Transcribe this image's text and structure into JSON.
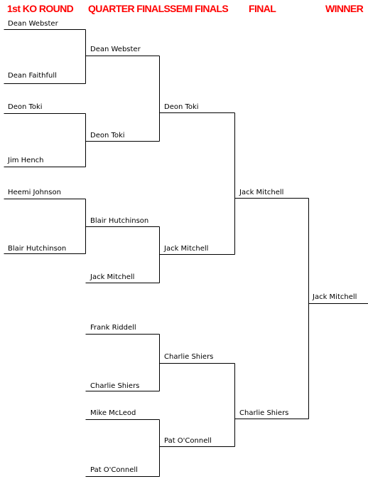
{
  "headers": {
    "round1": "1st KO ROUND",
    "quarter": "QUARTER FINALS",
    "semi": "SEMI FINALS",
    "final": "FINAL",
    "winner": "WINNER"
  },
  "round1": [
    "Dean Webster",
    "Dean Faithfull",
    "Deon Toki",
    "Jim Hench",
    "Heemi Johnson",
    "Blair Hutchinson"
  ],
  "quarter": [
    "Dean Webster",
    "Deon Toki",
    "Blair Hutchinson",
    "Jack Mitchell",
    "Frank Riddell",
    "Charlie Shiers",
    "Mike McLeod",
    "Pat O'Connell"
  ],
  "semi": [
    "Deon Toki",
    "Jack Mitchell",
    "Charlie Shiers",
    "Pat O'Connell"
  ],
  "final": [
    "Jack Mitchell",
    "Charlie Shiers"
  ],
  "winner": "Jack Mitchell",
  "colors": {
    "header": "#ff0000",
    "line": "#000000"
  }
}
